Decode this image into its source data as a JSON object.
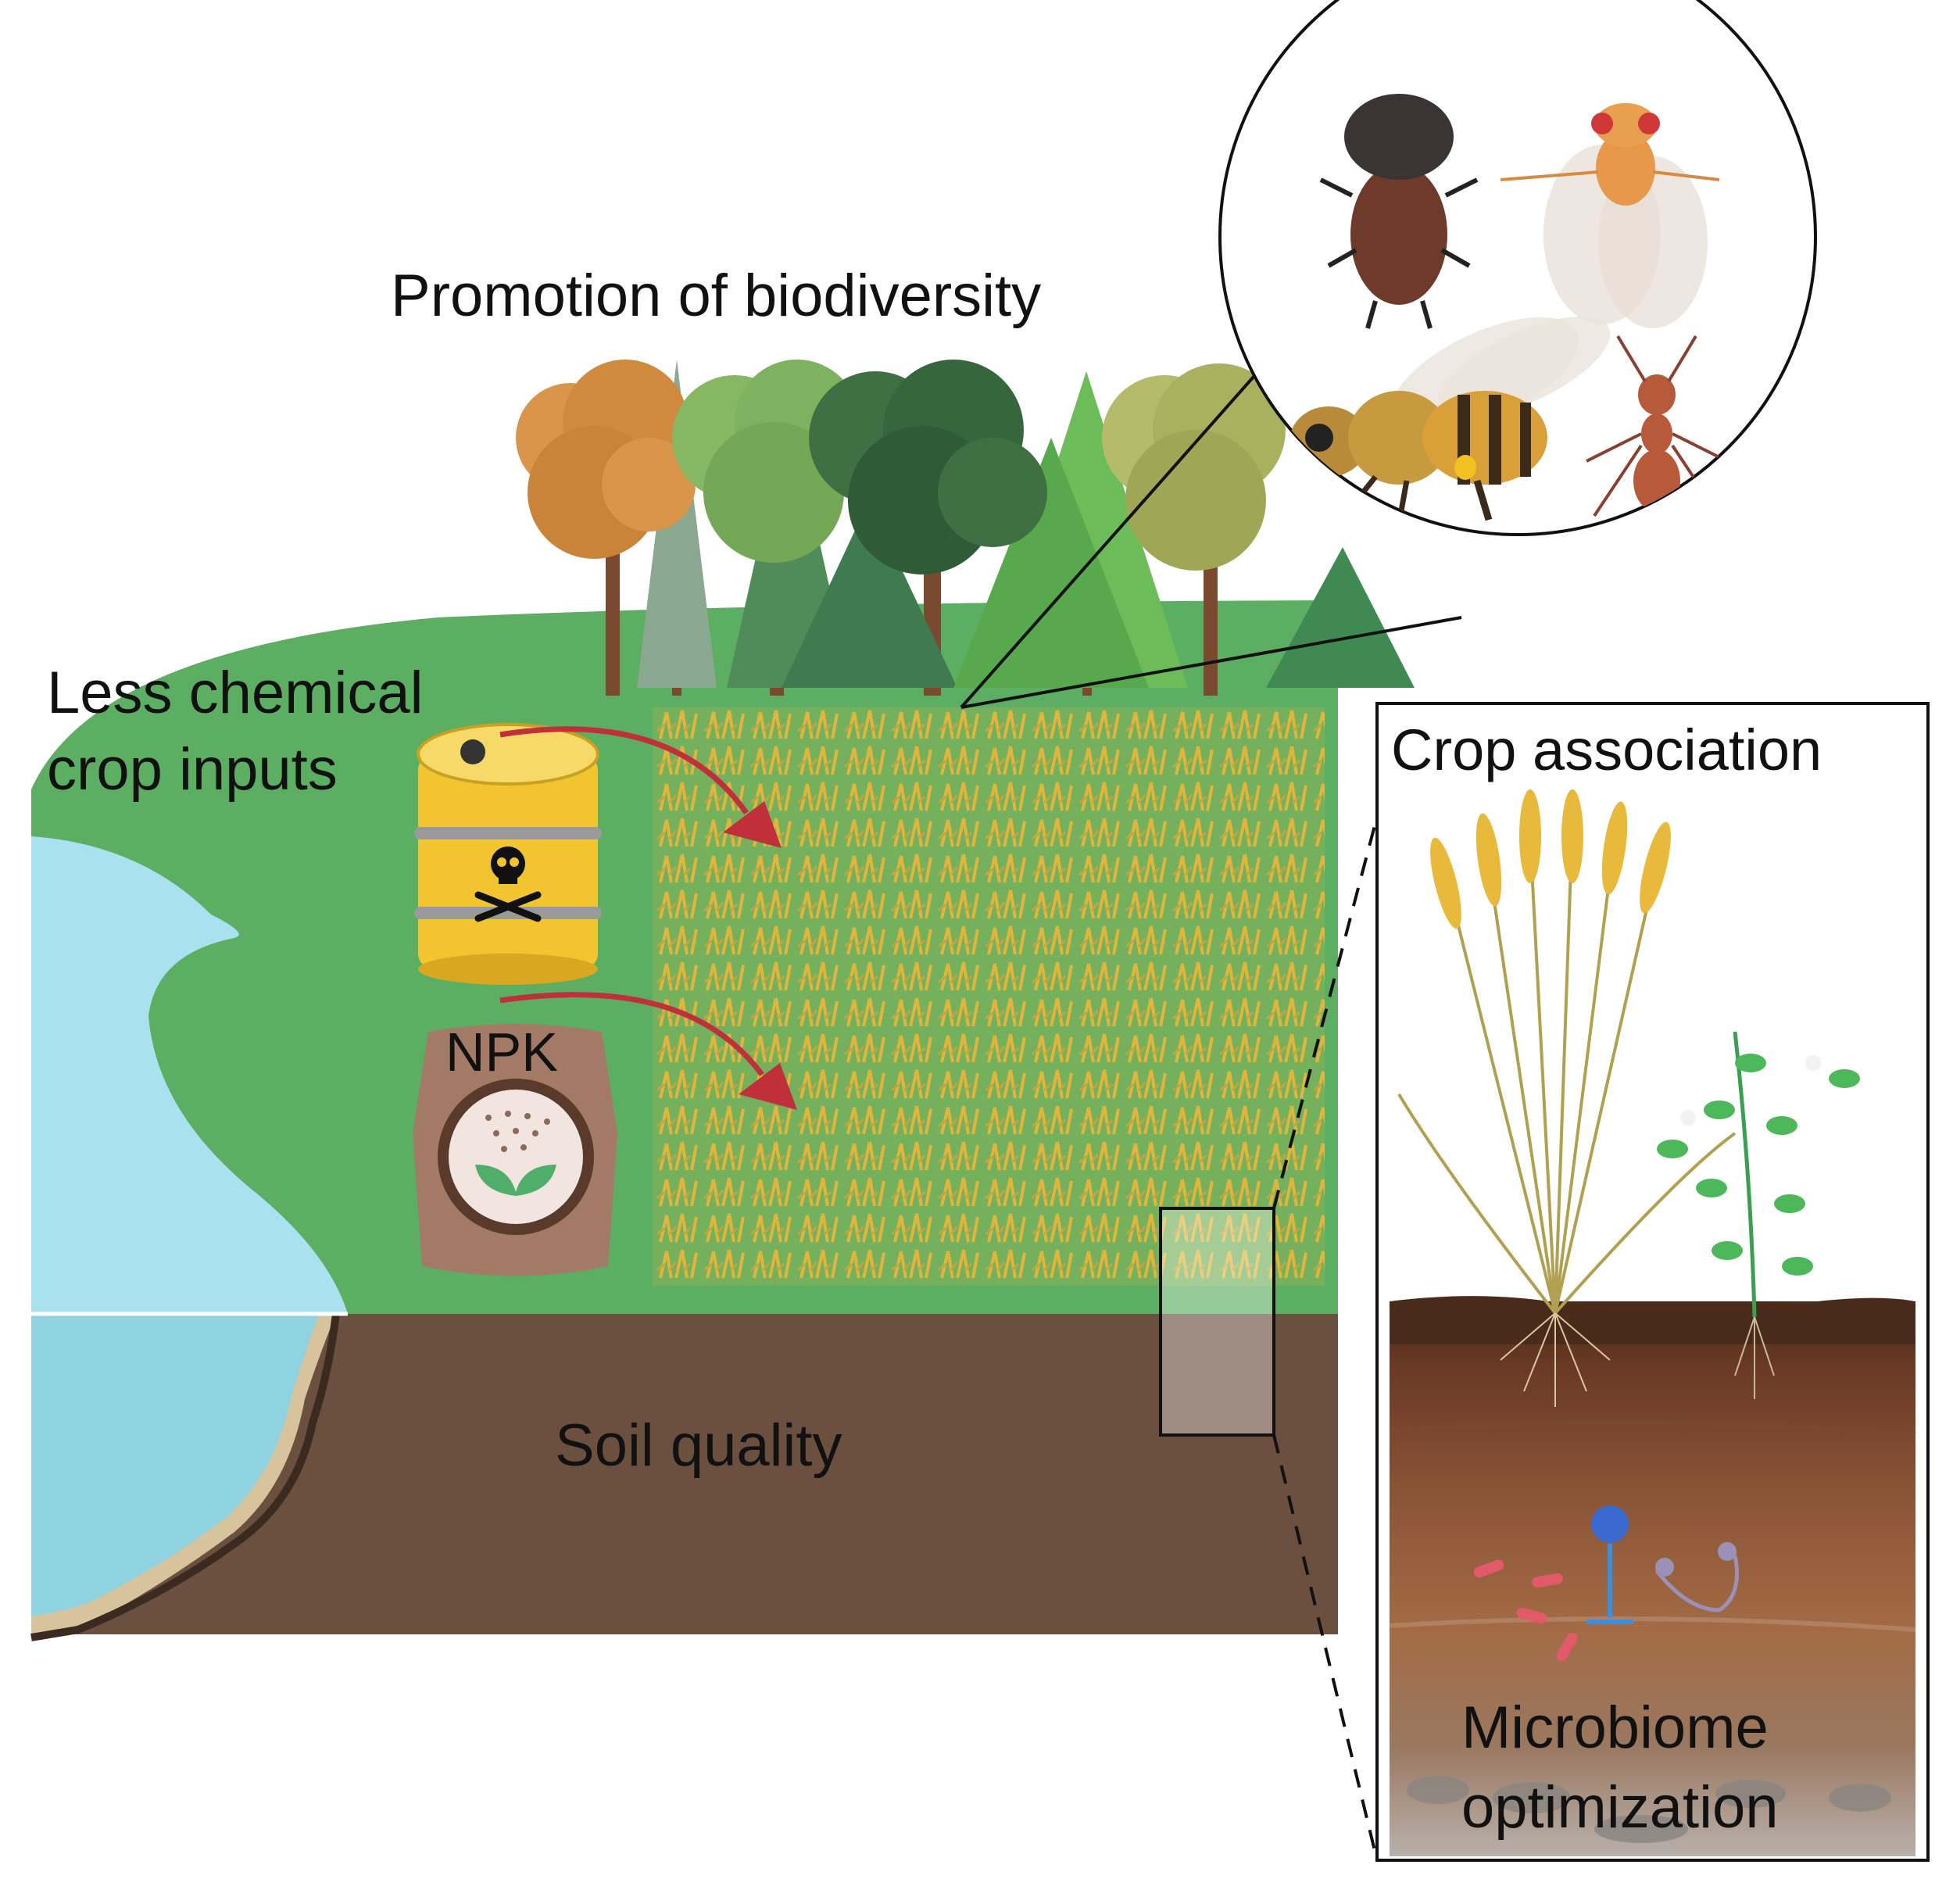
{
  "labels": {
    "biodiversity": "Promotion of biodiversity",
    "chemical_line1": "Less chemical",
    "chemical_line2": "crop inputs",
    "npk": "NPK",
    "soil": "Soil quality",
    "crop_association": "Crop association",
    "microbiome_line1": "Microbiome",
    "microbiome_line2": "optimization"
  },
  "colors": {
    "field_green": "#5cae62",
    "soil_brown": "#6b4f3f",
    "water": "#a9e1ee",
    "water_deep": "#8fd3e0",
    "shore": "#d8c49c",
    "wheat": "#e8b93a",
    "arrow_red": "#c0303a",
    "barrel_yellow": "#f2c530"
  },
  "icons": {
    "insects": [
      "beetle-icon",
      "fly-icon",
      "bee-icon",
      "ant-icon"
    ],
    "hazard": "skull-crossbones-icon",
    "fertilizer": "sprout-icon"
  }
}
